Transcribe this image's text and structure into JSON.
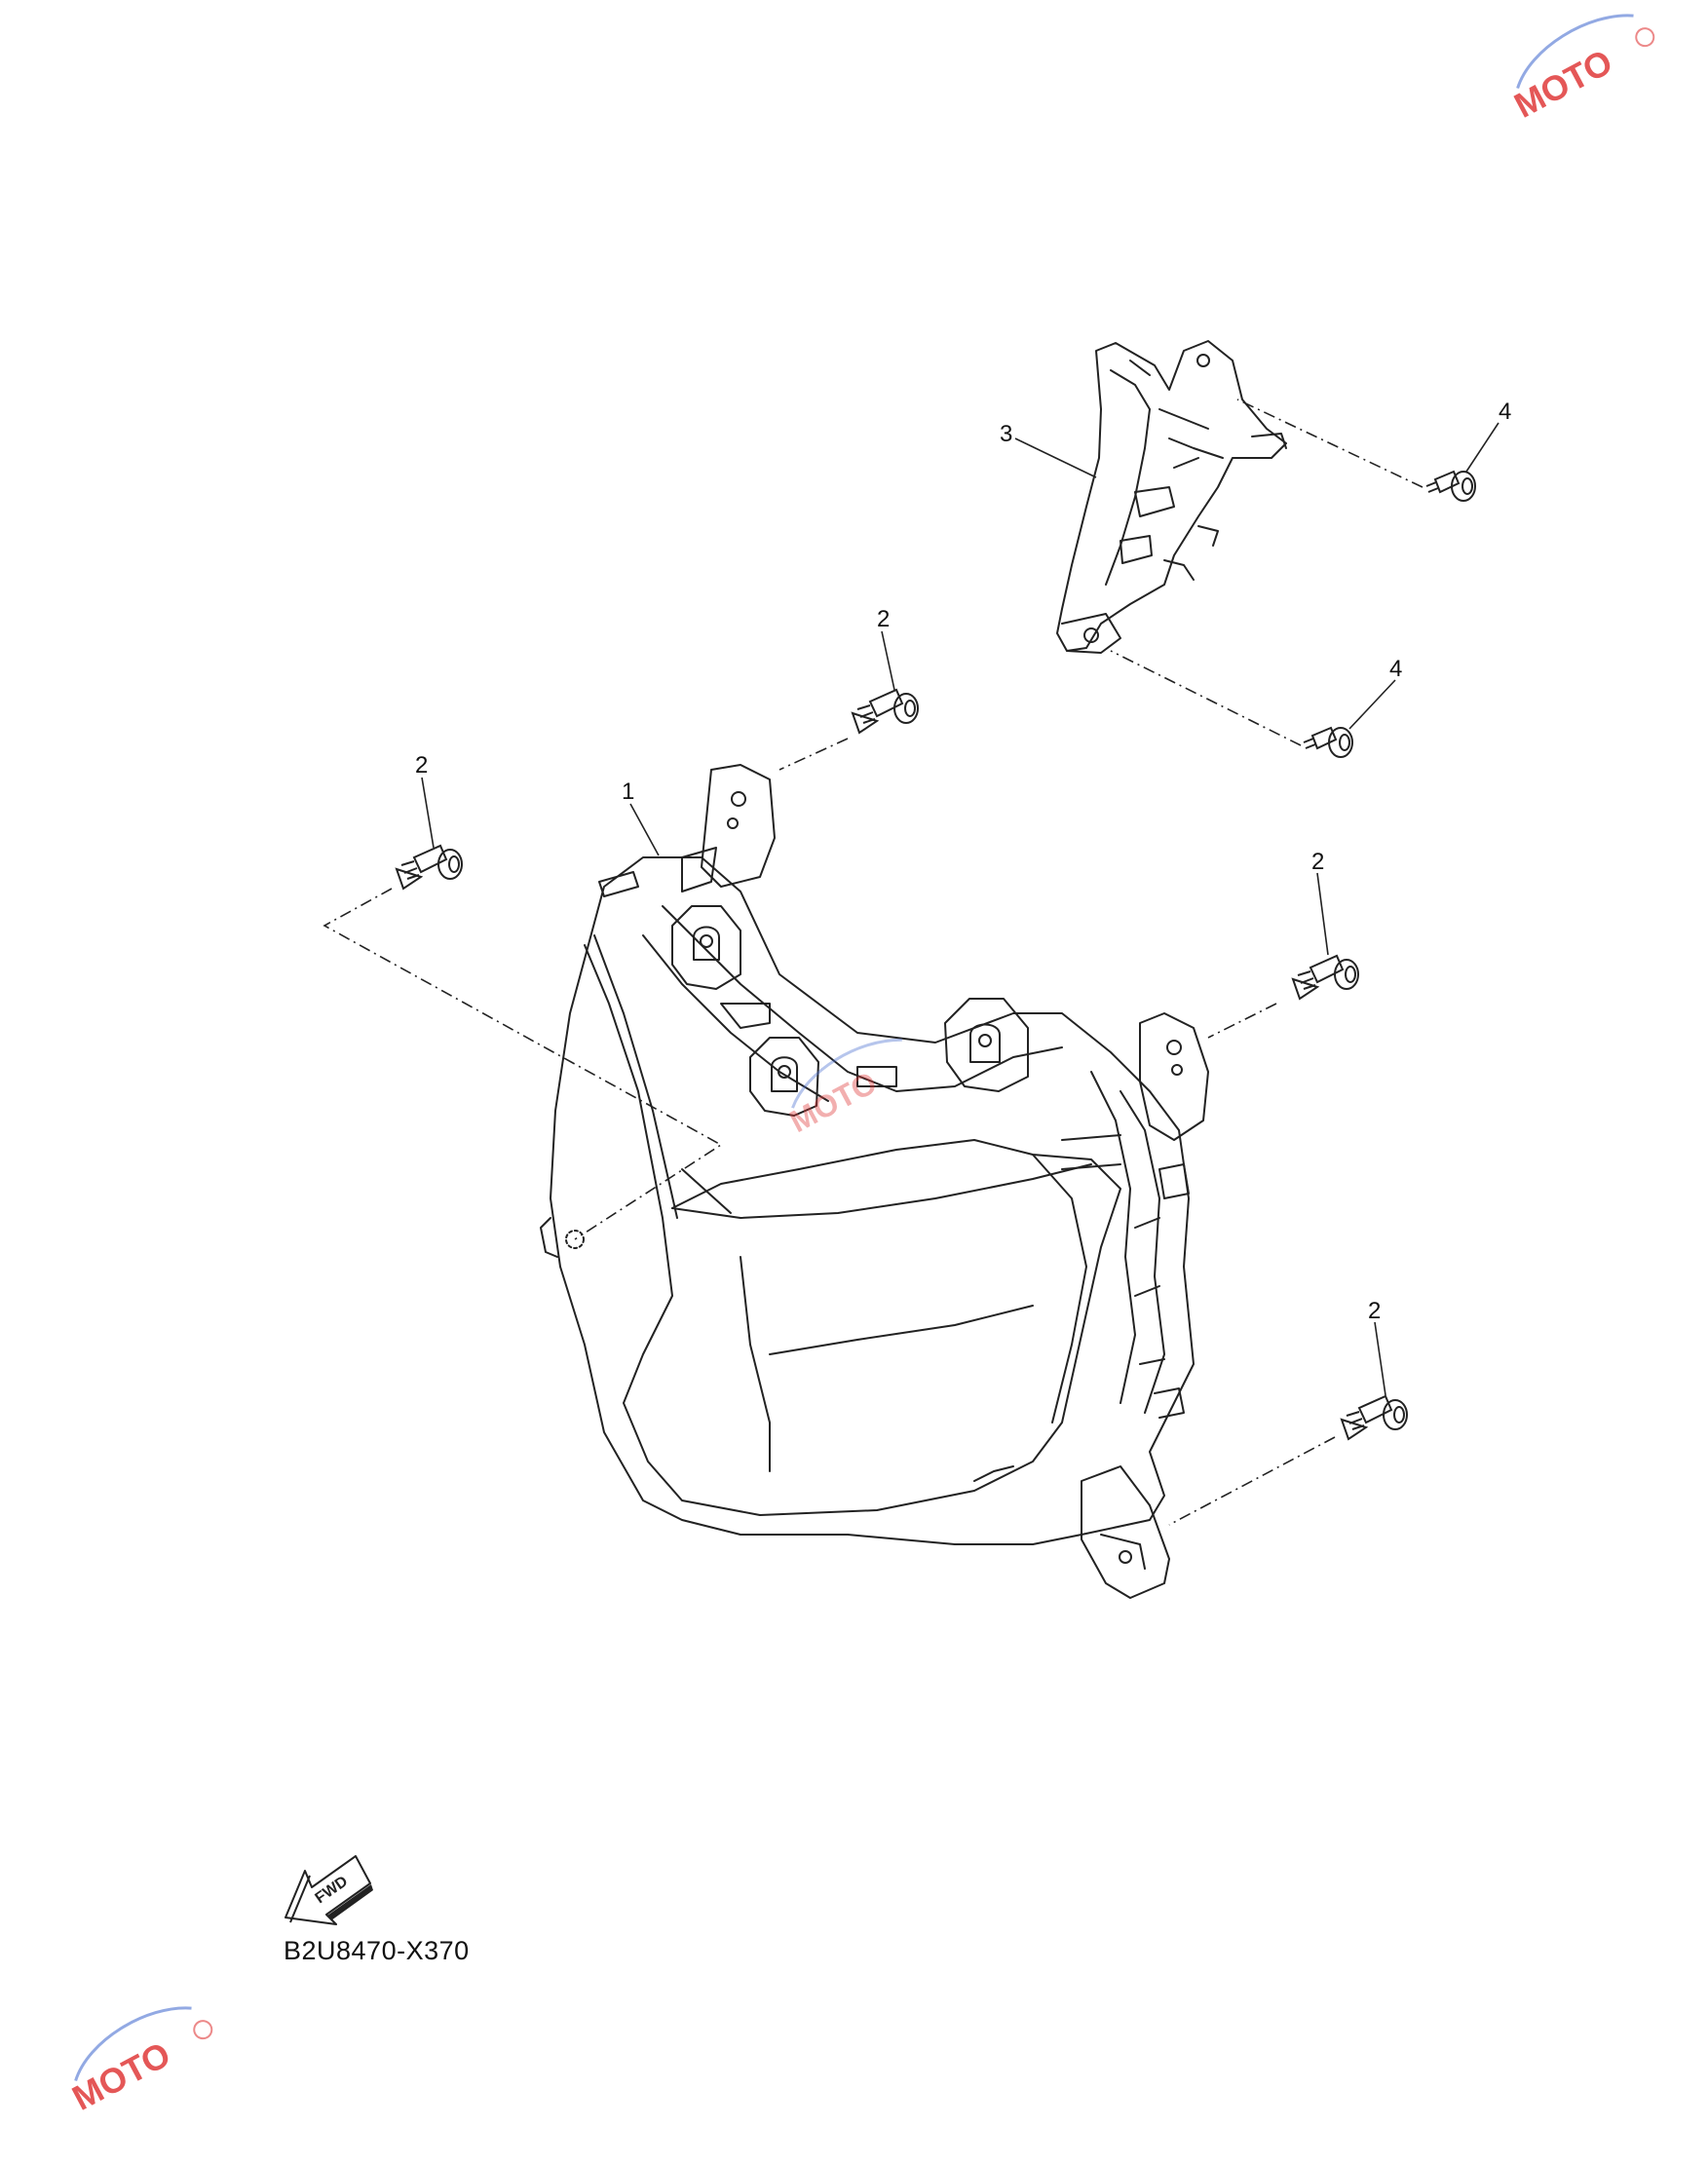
{
  "diagram": {
    "drawing_code": "B2U8470-X370",
    "fwd_label": "FWD",
    "parts": [
      {
        "ref": "1",
        "label": "1"
      },
      {
        "ref": "2a",
        "label": "2"
      },
      {
        "ref": "2b",
        "label": "2"
      },
      {
        "ref": "2c",
        "label": "2"
      },
      {
        "ref": "2d",
        "label": "2"
      },
      {
        "ref": "3",
        "label": "3"
      },
      {
        "ref": "4a",
        "label": "4"
      },
      {
        "ref": "4b",
        "label": "4"
      }
    ]
  },
  "watermark": {
    "logo_name": "moto-guide-logo",
    "colors": {
      "red": "#e03a3a",
      "blue": "#4a6fd1"
    }
  },
  "colors": {
    "line": "#222222",
    "background": "#ffffff"
  }
}
